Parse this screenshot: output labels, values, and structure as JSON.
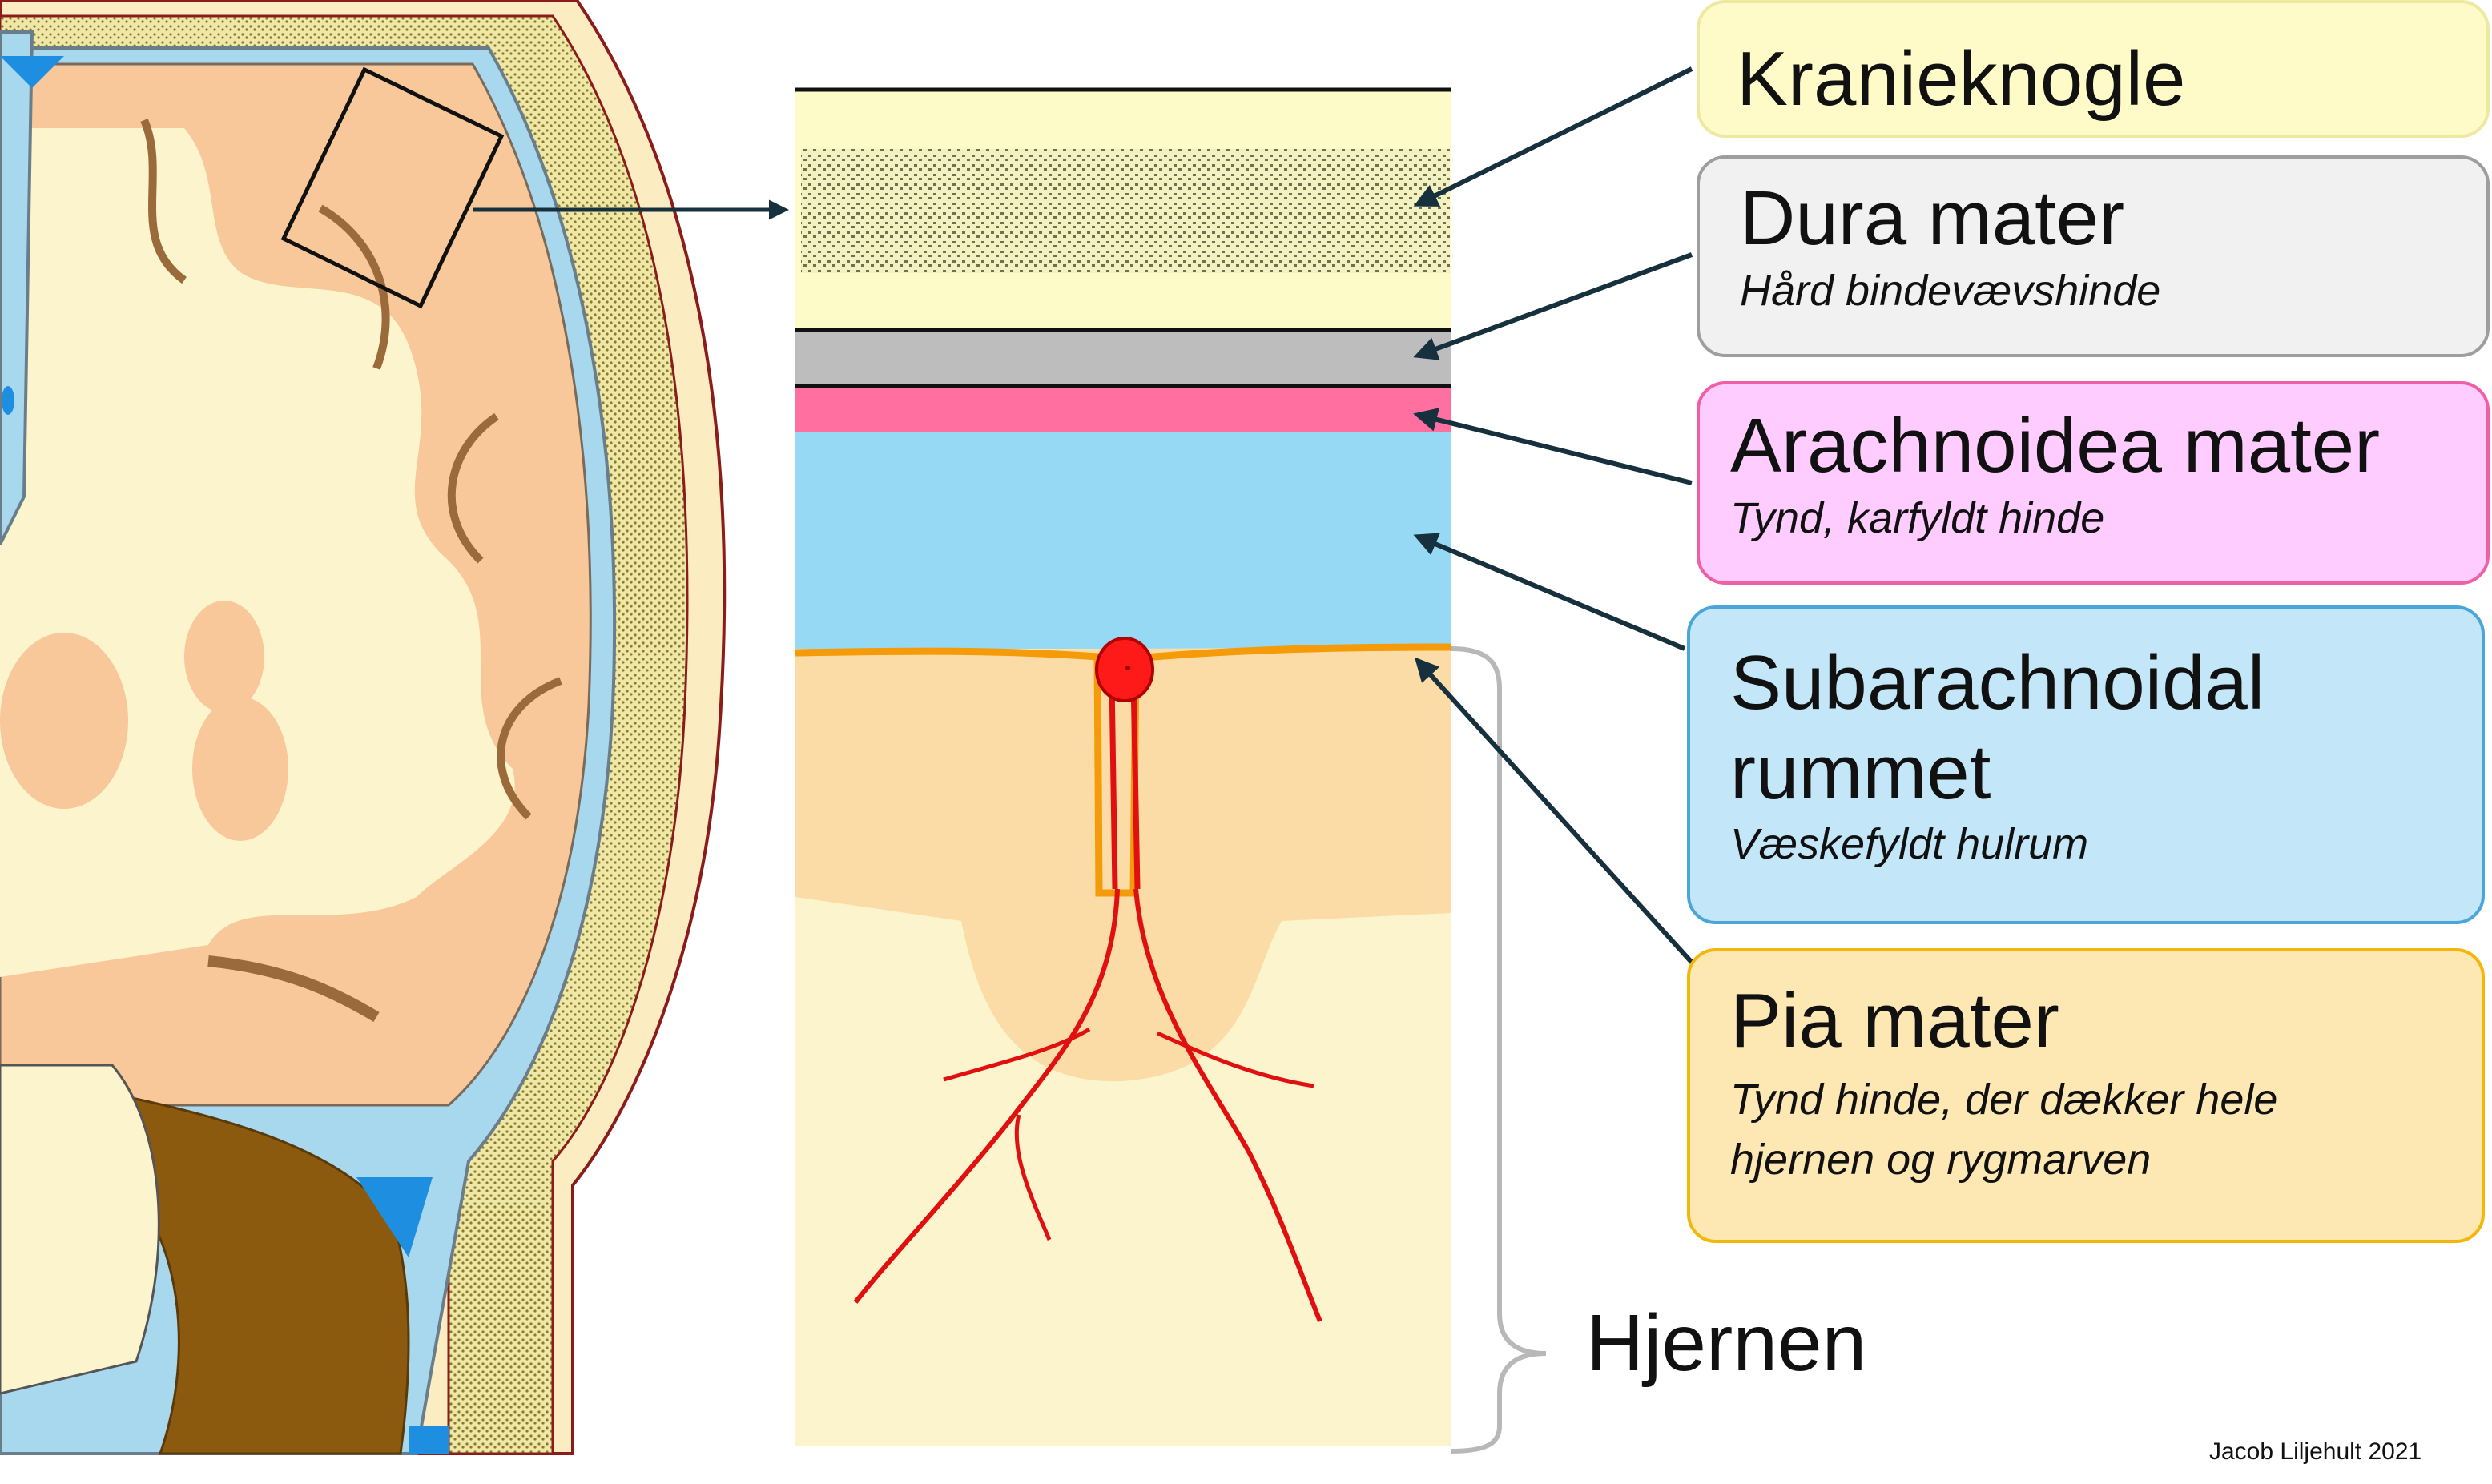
{
  "labels": {
    "kranieknogle": "Kranieknogle",
    "dura": {
      "title": "Dura mater",
      "subtitle": "Hård bindevævshinde"
    },
    "arachnoidea": {
      "title": "Arachnoidea mater",
      "subtitle": "Tynd, karfyldt hinde"
    },
    "subarachnoidal": {
      "title_line1": "Subarachnoidal",
      "title_line2": "rummet",
      "subtitle": "Væskefyldt hulrum"
    },
    "pia": {
      "title": "Pia mater",
      "subtitle_line1": "Tynd hinde, der dækker hele",
      "subtitle_line2": "hjernen og rygmarven"
    },
    "hjernen": "Hjernen",
    "credit": "Jacob Liljehult 2021"
  },
  "colors": {
    "bone": "#fdfbc8",
    "bone_texture": "#8a8a6a",
    "dura": "#bdbdbd",
    "arachnoid": "#ff6f9f",
    "csf": "#96d9f5",
    "cortex": "#fcdca6",
    "cortex_outline": "#f59b0a",
    "white_matter": "#fcf4cc",
    "vessel": "#e01010",
    "sulcus": "#9b6a3a",
    "cerebellum": "#8b5a0f",
    "arrow": "#17303d",
    "brace": "#b8b8b8"
  }
}
